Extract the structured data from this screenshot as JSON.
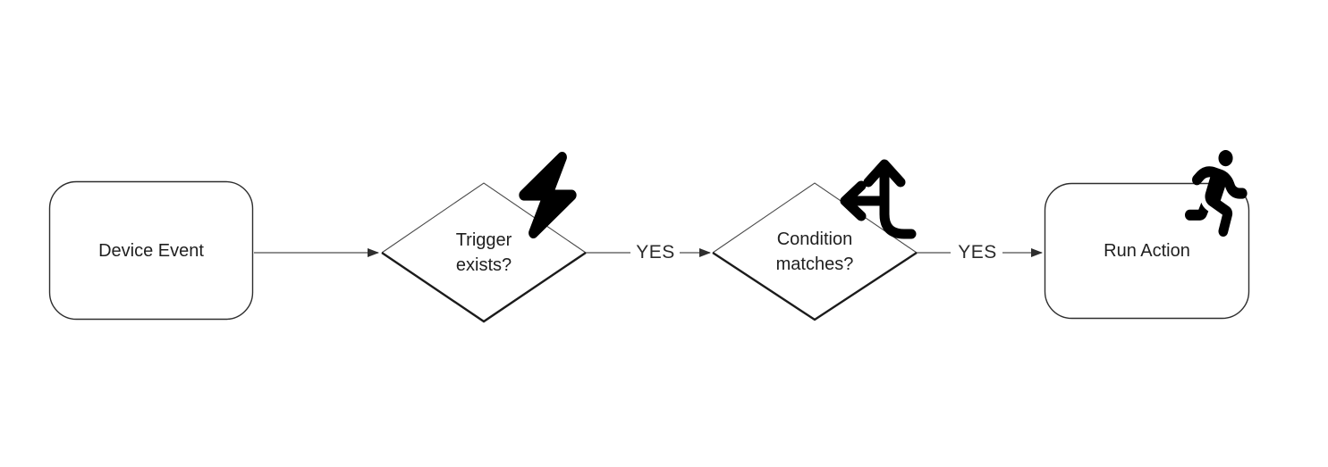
{
  "diagram": {
    "type": "flowchart",
    "background": "#ffffff",
    "colors": {
      "node_stroke": "#2e2e2e",
      "diamond_top_stroke": "#4b4b4b",
      "diamond_bottom_stroke": "#1b1b1b",
      "connector": "#4d4d4d",
      "arrowhead": "#2e2e2e",
      "text": "#1f1f1f",
      "icon": "#000000"
    },
    "nodes": [
      {
        "id": "device-event",
        "shape": "rounded-rect",
        "label": "Device Event"
      },
      {
        "id": "trigger-exists",
        "shape": "diamond",
        "lines": [
          "Trigger",
          "exists?"
        ],
        "icon": "lightning-bolt-icon"
      },
      {
        "id": "condition-matches",
        "shape": "diamond",
        "lines": [
          "Condition",
          "matches?"
        ],
        "icon": "arrows-split-up-left-icon"
      },
      {
        "id": "run-action",
        "shape": "rounded-rect",
        "label": "Run Action",
        "icon": "person-running-icon"
      }
    ],
    "edges": [
      {
        "from": "device-event",
        "to": "trigger-exists",
        "label": ""
      },
      {
        "from": "trigger-exists",
        "to": "condition-matches",
        "label": "YES"
      },
      {
        "from": "condition-matches",
        "to": "run-action",
        "label": "YES"
      }
    ]
  }
}
